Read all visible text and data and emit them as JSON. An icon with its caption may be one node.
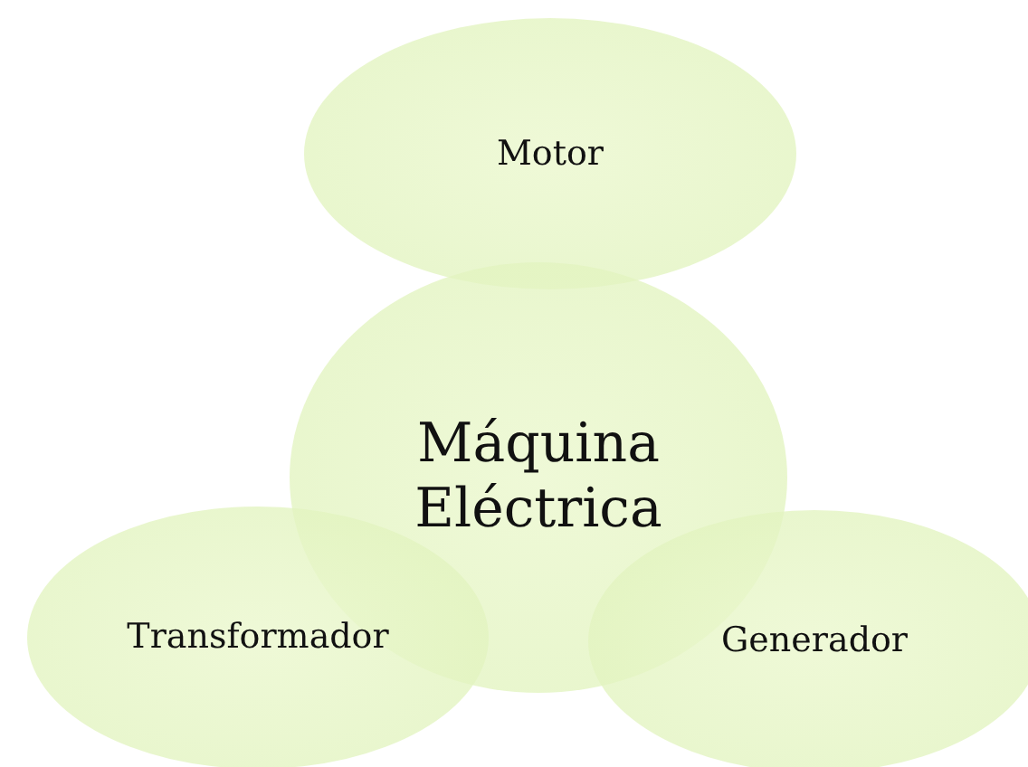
{
  "diagram": {
    "nodes": [
      {
        "text": [
          "Motor"
        ]
      },
      {
        "text": [
          "Máquina Eléctrica"
        ]
      },
      {
        "text": [
          "Transformador"
        ]
      },
      {
        "text": [
          "Generador"
        ]
      }
    ],
    "edges": []
  }
}
